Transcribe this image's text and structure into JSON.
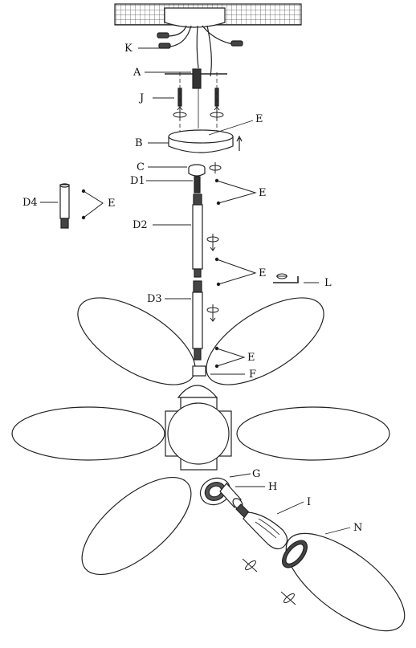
{
  "figure": {
    "stroke_color": "#222222",
    "fill_color": "#ffffff",
    "labels": {
      "K": "K",
      "A": "A",
      "J": "J",
      "B": "B",
      "E_top": "E",
      "C": "C",
      "D1": "D1",
      "D2": "D2",
      "D3": "D3",
      "D4": "D4",
      "E_d4": "E",
      "E_d1": "E",
      "E_d2": "E",
      "E_d3": "E",
      "L": "L",
      "F": "F",
      "G": "G",
      "H": "H",
      "I": "I",
      "N": "N"
    }
  }
}
